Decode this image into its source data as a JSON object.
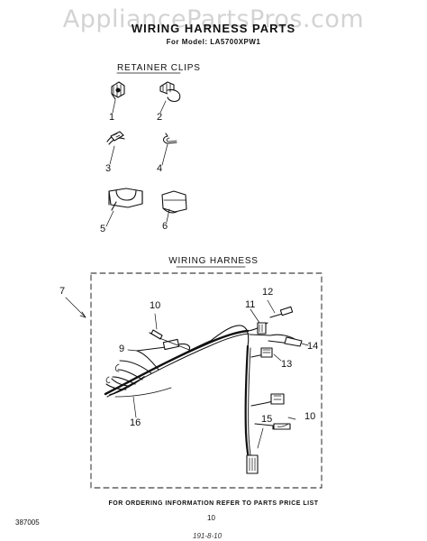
{
  "watermark": "AppliancePartsPros.com",
  "header": {
    "title": "WIRING HARNESS PARTS",
    "model_line": "For Model: LA5700XPW1"
  },
  "sections": {
    "retainer_clips": "RETAINER CLIPS",
    "wiring_harness": "WIRING HARNESS"
  },
  "callouts": {
    "c1": "1",
    "c2": "2",
    "c3": "3",
    "c4": "4",
    "c5": "5",
    "c6": "6",
    "c7": "7",
    "c9": "9",
    "c10a": "10",
    "c10b": "10",
    "c11": "11",
    "c12": "12",
    "c13": "13",
    "c14": "14",
    "c15": "15",
    "c16": "16"
  },
  "footer": {
    "ordering_note": "FOR ORDERING INFORMATION REFER TO PARTS PRICE LIST",
    "doc_number": "387005",
    "page_number": "10",
    "date_stamp": "191-8-10"
  }
}
